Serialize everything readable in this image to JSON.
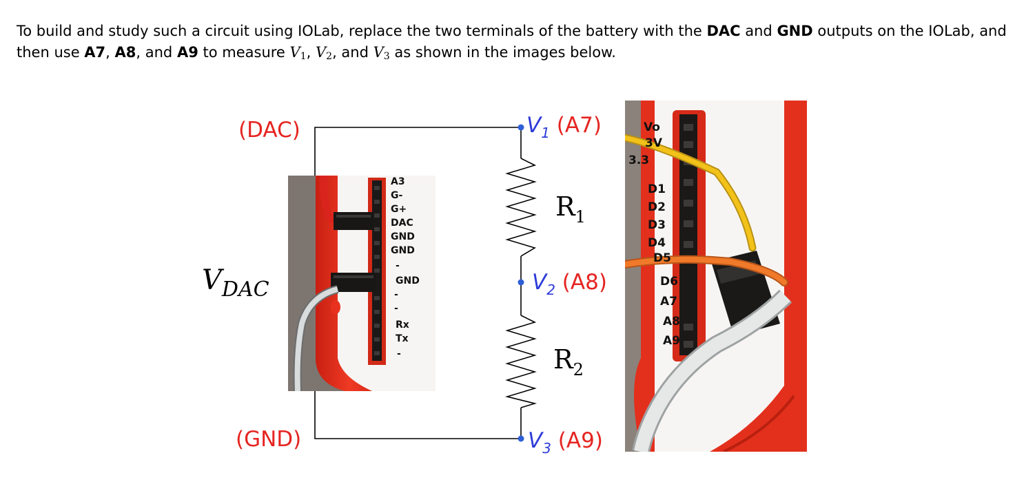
{
  "intro": {
    "p1": "To build and study such a circuit using IOLab, replace the two terminals of the battery with the ",
    "dac": "DAC",
    "and1": " and ",
    "gnd": "GND",
    "p2": " outputs on the IOLab, and then use ",
    "a7": "A7",
    "c1": ", ",
    "a8": "A8",
    "c2": ", and ",
    "a9": "A9",
    "p3": " to measure ",
    "v1": "V",
    "v1sub": "1",
    "c3": ", ",
    "v2": "V",
    "v2sub": "2",
    "c4": ", and ",
    "v3": "V",
    "v3sub": "3",
    "p4": " as shown in the images below."
  },
  "circuit": {
    "dac_label": "(DAC)",
    "gnd_label": "(GND)",
    "vdac_main": "V",
    "vdac_sub": "DAC",
    "v1_main": "V",
    "v1_sub": "1",
    "v1_pin": " (A7)",
    "v2_main": "V",
    "v2_sub": "2",
    "v2_pin": " (A8)",
    "v3_main": "V",
    "v3_sub": "3",
    "v3_pin": " (A9)",
    "r1_main": "R",
    "r1_sub": "1",
    "r2_main": "R",
    "r2_sub": "2"
  },
  "photo_left": {
    "pins": [
      "A3",
      "G-",
      "G+",
      "DAC",
      "GND",
      "GND",
      "-",
      "GND",
      "-",
      "-",
      "Rx",
      "Tx",
      "-"
    ]
  },
  "photo_right": {
    "pins": [
      "Vo",
      "3V",
      "3.3",
      "D1",
      "D2",
      "D3",
      "D4",
      "D5",
      "D6",
      "A7",
      "A8",
      "A9"
    ]
  },
  "colors": {
    "label_red": "#e52421",
    "label_blue": "#2d3bd8",
    "node_dot": "#2f5fd8",
    "board_red": "#e8321f",
    "wire_yellow": "#f2c21a",
    "wire_orange": "#f07a2a",
    "wire_gray": "#d9dcdc"
  }
}
